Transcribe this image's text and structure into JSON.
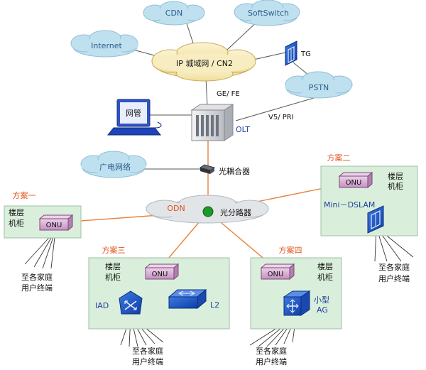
{
  "clouds": {
    "cdn": "CDN",
    "softswitch": "SoftSwitch",
    "internet": "Internet",
    "ip_metro": "IP 城域网 / CN2",
    "pstn": "PSTN",
    "broadcast": "广电网络",
    "odn": "ODN"
  },
  "nodes": {
    "tg": "TG",
    "nms": "网管",
    "olt": "OLT",
    "coupler": "光耦合器",
    "splitter": "光分路器",
    "onu": "ONU",
    "mini_dslam": "Mini－DSLAM",
    "iad": "IAD",
    "l2": "L2",
    "small_ag_line1": "小型",
    "small_ag_line2": "AG"
  },
  "links": {
    "ge_fe": "GE/ FE",
    "v5_pri": "V5/ PRI"
  },
  "schemes": {
    "s1": "方案一",
    "s2": "方案二",
    "s3": "方案三",
    "s4": "方案四"
  },
  "cabinet": {
    "line1": "楼层",
    "line2": "机柜"
  },
  "terminals": {
    "line1": "至各家庭",
    "line2": "用户终端"
  },
  "colors": {
    "cloud_fill": "#bfe0ef",
    "cloud_core": "#f7edc0",
    "box_fill": "#d9efdc",
    "onu_fill": "#d9b5d6",
    "fiber": "#e8803a",
    "copper": "#2f4fb5",
    "scheme_label": "#e0531c"
  }
}
